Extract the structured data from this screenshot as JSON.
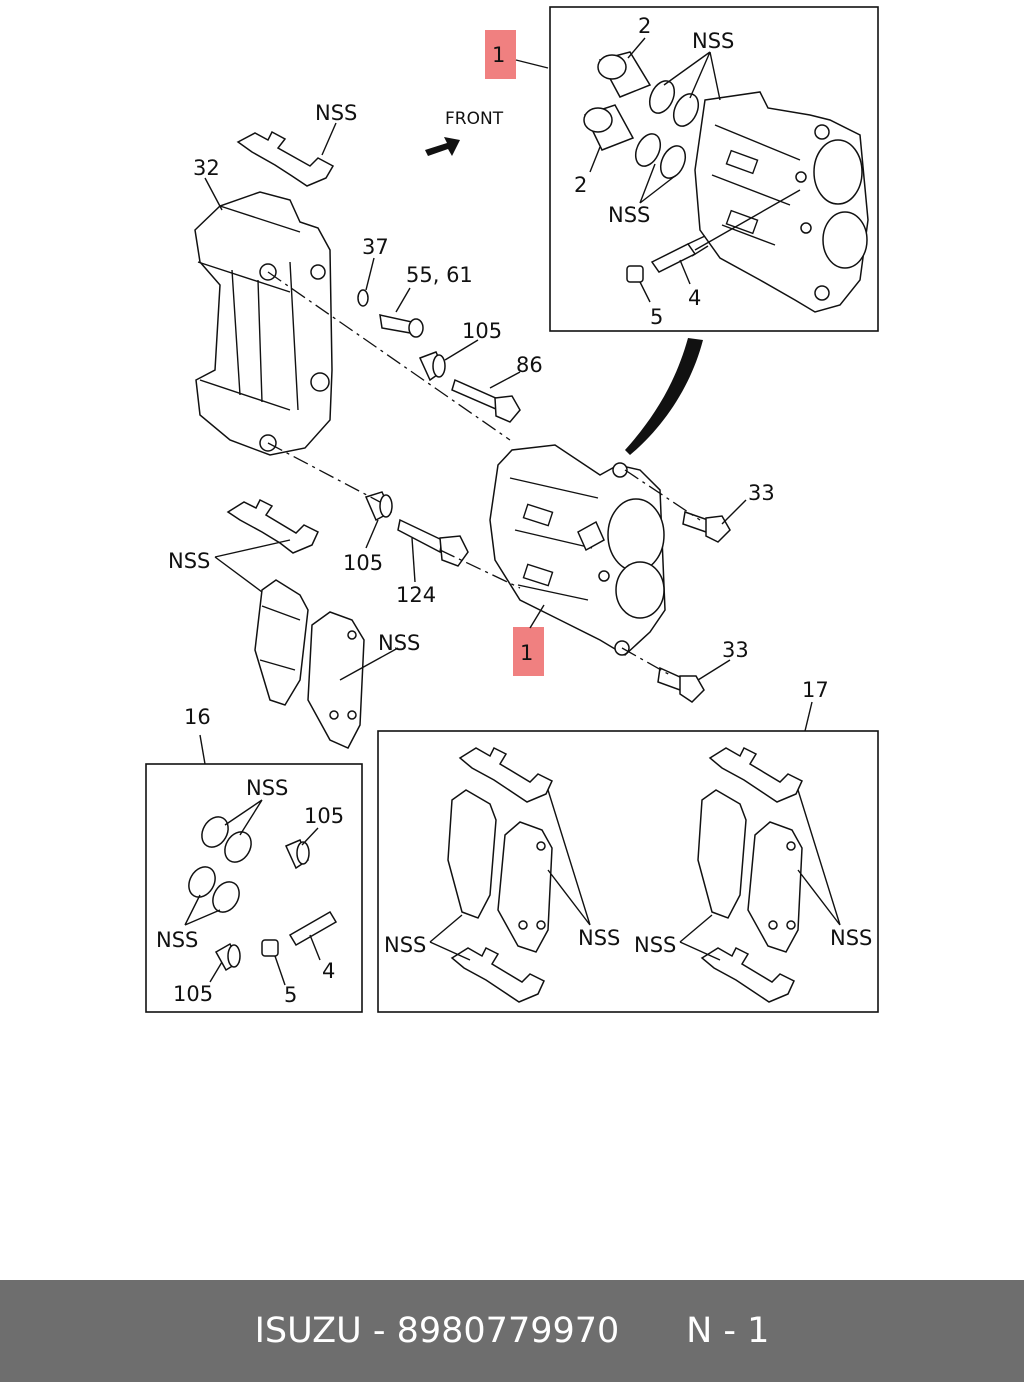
{
  "diagram": {
    "front_label": "FRONT",
    "callouts": {
      "c1_top": "1",
      "c1_main": "1",
      "c2_a": "2",
      "c2_b": "2",
      "nss_seal_top": "NSS",
      "nss_seal_bottom": "NSS",
      "c4_inset": "4",
      "c5_inset": "5",
      "nss_clip_top": "NSS",
      "c32": "32",
      "c37": "37",
      "c55_61": "55, 61",
      "c105_upper": "105",
      "c86": "86",
      "c33_upper": "33",
      "c105_lower": "105",
      "c124": "124",
      "nss_clips_left": "NSS",
      "nss_pads": "NSS",
      "c33_lower": "33",
      "c16": "16",
      "c17": "17",
      "kit16_nss_top": "NSS",
      "kit16_105_top": "105",
      "kit16_nss_bottom": "NSS",
      "kit16_105_bottom": "105",
      "kit16_4": "4",
      "kit16_5": "5",
      "kit17_nss_a": "NSS",
      "kit17_nss_b": "NSS",
      "kit17_nss_c": "NSS",
      "kit17_nss_d": "NSS"
    },
    "colors": {
      "highlight": "#f08080",
      "footer_bg": "#6e6e6e"
    }
  },
  "footer": {
    "brand": "ISUZU",
    "separator": " - ",
    "part_number": "8980779970",
    "page_ref": "N - 1"
  }
}
